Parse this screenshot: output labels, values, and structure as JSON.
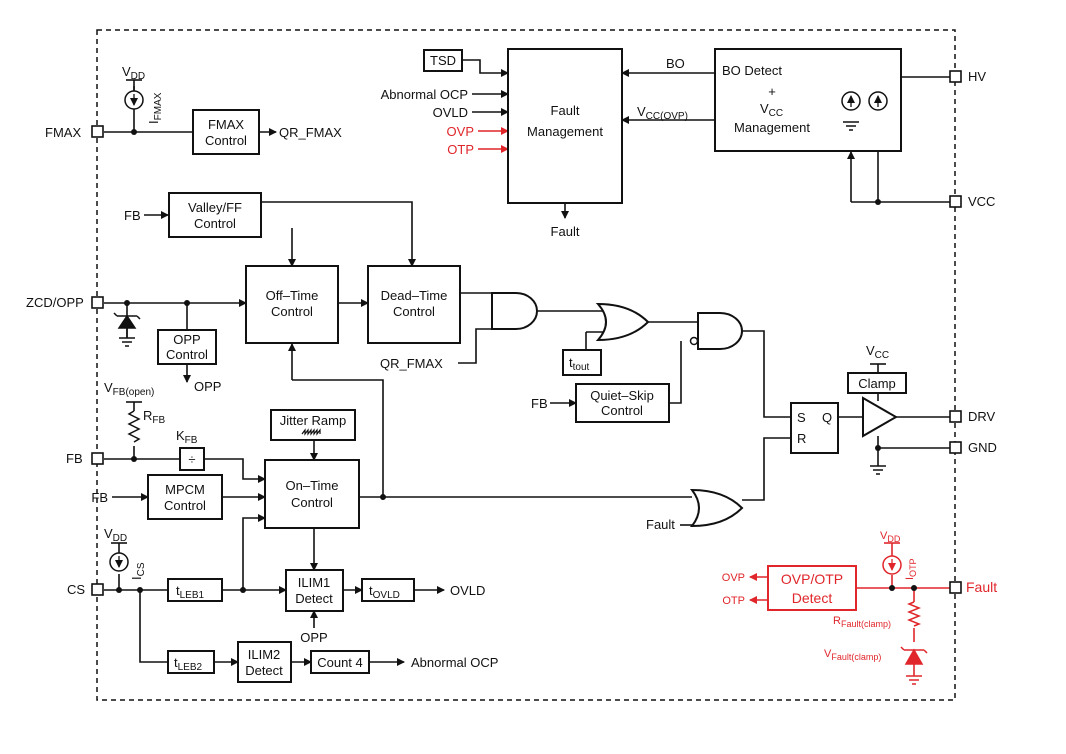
{
  "pins": {
    "fmax": "FMAX",
    "zcd_opp": "ZCD/OPP",
    "fb": "FB",
    "cs": "CS",
    "hv": "HV",
    "vcc": "VCC",
    "drv": "DRV",
    "gnd": "GND",
    "fault": "Fault"
  },
  "blocks": {
    "fmax_control": [
      "FMAX",
      "Control"
    ],
    "valley_ff": [
      "Valley/FF",
      "Control"
    ],
    "off_time": [
      "Off–Time",
      "Control"
    ],
    "dead_time": [
      "Dead–Time",
      "Control"
    ],
    "opp_control": [
      "OPP",
      "Control"
    ],
    "jitter_ramp": "Jitter Ramp",
    "mpcm": [
      "MPCM",
      "Control"
    ],
    "on_time": [
      "On–Time",
      "Control"
    ],
    "ilim1": [
      "ILIM1",
      "Detect"
    ],
    "ilim2": [
      "ILIM2",
      "Detect"
    ],
    "count4": "Count 4",
    "fault_mgmt": [
      "Fault",
      "Management"
    ],
    "bo_detect": [
      "BO Detect",
      "+",
      "V",
      "CC",
      "Management"
    ],
    "quiet_skip": [
      "Quiet–Skip",
      "Control"
    ],
    "clamp": "Clamp",
    "tsd": "TSD",
    "ovp_otp_detect": [
      "OVP/OTP",
      "Detect"
    ],
    "sr": {
      "s": "S",
      "r": "R",
      "q": "Q"
    },
    "kfb_div": "÷"
  },
  "labels": {
    "qr_fmax_out": "QR_FMAX",
    "qr_fmax_in": "QR_FMAX",
    "abnormal_ocp_in": "Abnormal OCP",
    "ovld_in": "OVLD",
    "ovp_in": "OVP",
    "otp_in": "OTP",
    "bo": "BO",
    "vcc_ovp_v": "V",
    "vcc_ovp_sub": "CC(OVP)",
    "fault_out": "Fault",
    "opp_out": "OPP",
    "fb_valley": "FB",
    "fb_mpcm": "FB",
    "fb_quiet": "FB",
    "vfb_open_v": "V",
    "vfb_open_sub": "FB(open)",
    "rfb_r": "R",
    "rfb_sub": "FB",
    "kfb_k": "K",
    "kfb_sub": "FB",
    "fault_gate": "Fault",
    "ovld_out": "OVLD",
    "abnormal_ocp_out": "Abnormal OCP",
    "opp_ilim": "OPP",
    "vdd_top_v": "V",
    "vdd_top_sub": "DD",
    "ifmax_i": "I",
    "ifmax_sub": "FMAX",
    "vdd_cs_v": "V",
    "vdd_cs_sub": "DD",
    "ics_i": "I",
    "ics_sub": "CS",
    "vcc_clamp_v": "V",
    "vcc_clamp_sub": "CC",
    "ttout_t": "t",
    "ttout_sub": "tout",
    "tleb1_t": "t",
    "tleb1_sub": "LEB1",
    "tleb2_t": "t",
    "tleb2_sub": "LEB2",
    "tovld_t": "t",
    "tovld_sub": "OVLD",
    "ovp_red_out": "OVP",
    "otp_red_out": "OTP",
    "vdd_red_v": "V",
    "vdd_red_sub": "DD",
    "iotp_i": "I",
    "iotp_sub": "OTP",
    "rfault_r": "R",
    "rfault_sub": "Fault(clamp)",
    "vfault_v": "V",
    "vfault_sub": "Fault(clamp)"
  },
  "colors": {
    "line": "#111111",
    "fault_section": "#e0262b",
    "ovp_otp_inputs": "#e0262b"
  }
}
